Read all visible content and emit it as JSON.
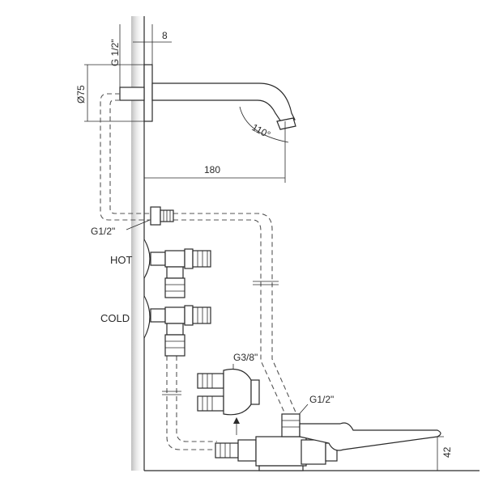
{
  "dimensions": {
    "thread_top": "G 1/2\"",
    "wall_gap": "8",
    "diameter": "Ø75",
    "angle": "110°",
    "spout_length": "180",
    "thread_inlet": "G1/2\"",
    "thread_valve": "G3/8\"",
    "thread_pedal": "G1/2\"",
    "pedal_height": "42"
  },
  "labels": {
    "hot": "HOT",
    "cold": "COLD"
  },
  "colors": {
    "hot": "#d81e3a",
    "cold": "#2aa3d9",
    "line": "#2a2a2a"
  }
}
